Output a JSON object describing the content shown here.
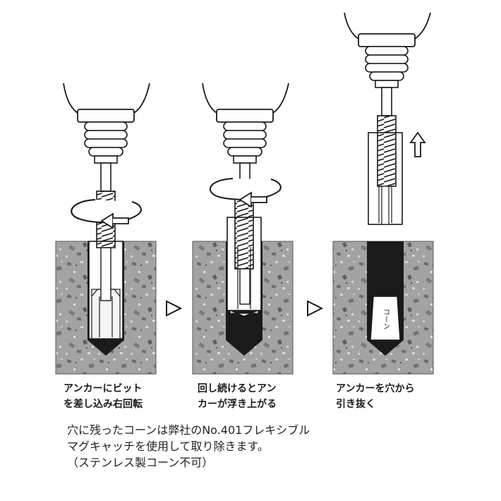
{
  "steps": [
    {
      "caption": [
        "アンカーにビット",
        "を差し込み右回転"
      ]
    },
    {
      "caption": [
        "回し続けるとアン",
        "カーが浮き上がる"
      ]
    },
    {
      "caption": [
        "アンカーを穴から",
        "引き抜く"
      ]
    }
  ],
  "cone_label": "コーン",
  "note": [
    "穴に残ったコーンは弊社のNo.401フレキシブル",
    "マグキャッチを使用して取り除きます。",
    "（ステンレス製コーン不可）"
  ],
  "colors": {
    "concrete": "#9a9a9a",
    "ink": "#1a1a1a",
    "hole": "#222222"
  }
}
